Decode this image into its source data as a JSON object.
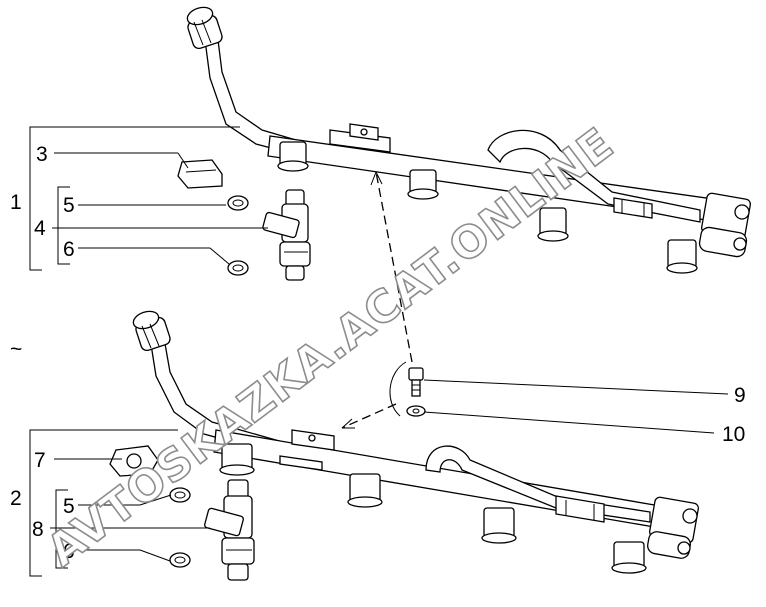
{
  "watermark": "AVTOSKAZKA.ACAT.ONLINE",
  "callouts": {
    "c1": "1",
    "c2": "2",
    "c3": "3",
    "c4": "4",
    "c5a": "5",
    "c6a": "6",
    "c5b": "5",
    "c6b": "6",
    "c7": "7",
    "c8": "8",
    "c9": "9",
    "c10": "10",
    "tilde": "~"
  },
  "icons": [
    "fuel-rail",
    "fuel-injector",
    "retaining-clip",
    "o-ring-seal",
    "bolt",
    "washer"
  ]
}
